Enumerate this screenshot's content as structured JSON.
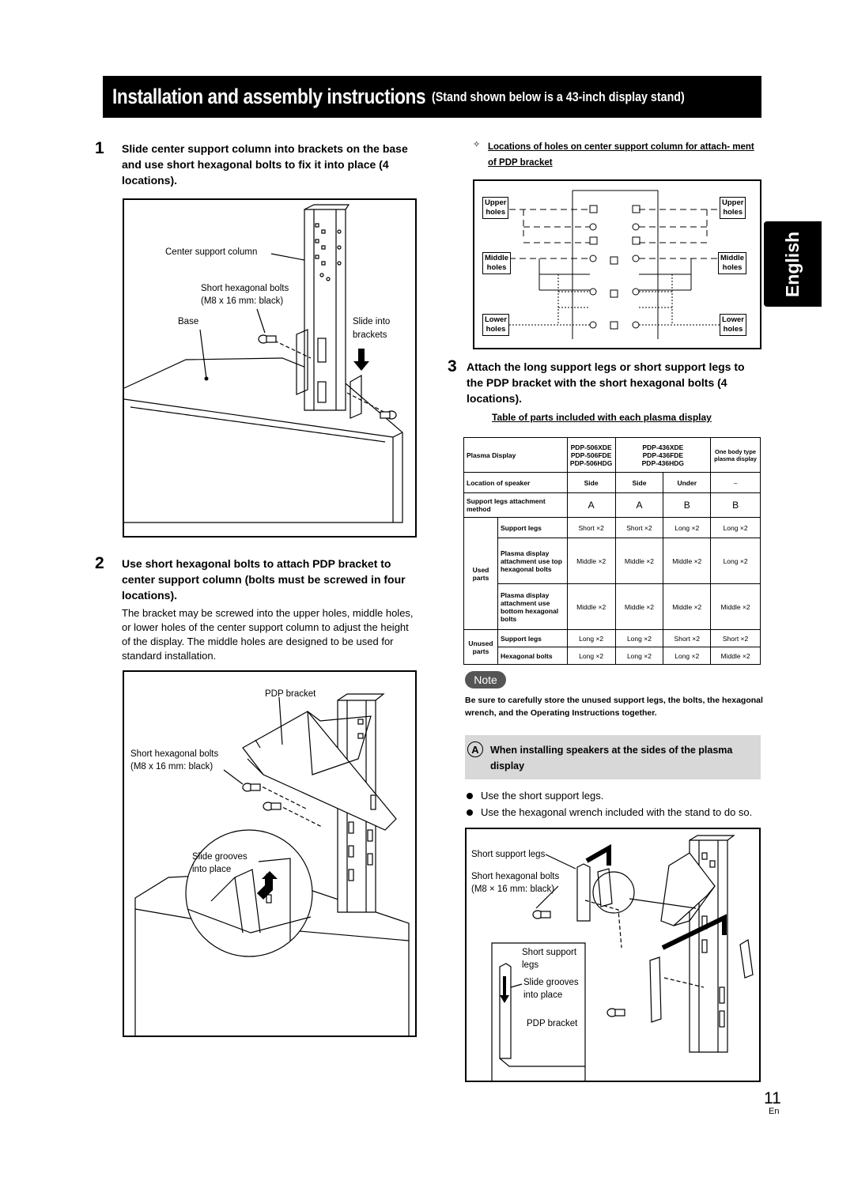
{
  "title": {
    "main": "Installation and assembly instructions",
    "sub": "(Stand shown below is a 43-inch display stand)"
  },
  "language_tab": "English",
  "step1": {
    "number": "1",
    "text": "Slide center support column into brackets on the base and use short hexagonal bolts to fix it into place (4 locations).",
    "callouts": {
      "column": "Center support column",
      "bolts_1": "Short hexagonal bolts",
      "bolts_2": "(M8 x 16 mm: black)",
      "base": "Base",
      "slide_1": "Slide into",
      "slide_2": "brackets"
    }
  },
  "step2": {
    "number": "2",
    "heading": "Use short hexagonal bolts to attach PDP bracket to center support column (bolts must be screwed in four locations).",
    "body": "The bracket may be screwed into the upper holes, middle holes, or lower holes of the center support column to adjust the height of the display. The middle holes are designed to be used for standard installation.",
    "callouts": {
      "bracket": "PDP bracket",
      "bolts_1": "Short hexagonal bolts",
      "bolts_2": "(M8 x 16 mm: black)",
      "grooves_1": "Slide grooves",
      "grooves_2": "into place"
    }
  },
  "holes_section": {
    "heading": "Locations of holes on center support column for attach- ment of PDP bracket",
    "labels": {
      "upper_left_1": "Upper",
      "upper_left_2": "holes",
      "upper_right_1": "Upper",
      "upper_right_2": "holes",
      "middle_left_1": "Middle",
      "middle_left_2": "holes",
      "middle_right_1": "Middle",
      "middle_right_2": "holes",
      "lower_left_1": "Lower",
      "lower_left_2": "holes",
      "lower_right_1": "Lower",
      "lower_right_2": "holes"
    }
  },
  "step3": {
    "number": "3",
    "text": "Attach the long support legs or short support legs to the PDP bracket with the short hexagonal bolts (4 locations)."
  },
  "parts_table": {
    "title": "Table of parts included with each plasma display",
    "header": {
      "label": "Plasma Display",
      "col1": [
        "PDP-506XDE",
        "PDP-506FDE",
        "PDP-506HDG"
      ],
      "col2": [
        "PDP-436XDE",
        "PDP-436FDE",
        "PDP-436HDG"
      ],
      "col3": "One body type plasma display"
    },
    "speaker_row": {
      "label": "Location of speaker",
      "values": [
        "Side",
        "Side",
        "Under",
        "–"
      ]
    },
    "method_row": {
      "label": "Support legs attachment method",
      "values": [
        "A",
        "A",
        "B",
        "B"
      ]
    },
    "used_label": "Used parts",
    "unused_label": "Unused parts",
    "used_rows": [
      {
        "label": "Support legs",
        "values": [
          "Short ×2",
          "Short ×2",
          "Long ×2",
          "Long ×2"
        ]
      },
      {
        "label": "Plasma display attachment use top hexagonal bolts",
        "values": [
          "Middle ×2",
          "Middle ×2",
          "Middle ×2",
          "Long ×2"
        ]
      },
      {
        "label": "Plasma display attachment use bottom hexagonal bolts",
        "values": [
          "Middle ×2",
          "Middle ×2",
          "Middle ×2",
          "Middle ×2"
        ]
      }
    ],
    "unused_rows": [
      {
        "label": "Support legs",
        "values": [
          "Long ×2",
          "Long ×2",
          "Short ×2",
          "Short ×2"
        ]
      },
      {
        "label": "Hexagonal bolts",
        "values": [
          "Long ×2",
          "Long ×2",
          "Long ×2",
          "Middle ×2"
        ]
      }
    ]
  },
  "note": {
    "badge": "Note",
    "text": "Be sure to carefully store the unused support legs, the bolts, the hexagonal wrench, and the Operating Instructions together."
  },
  "speaker_section": {
    "letter": "A",
    "title": "When installing speakers at the sides of the plasma display",
    "bullets": [
      "Use the short support legs.",
      "Use the hexagonal wrench included with the stand to do so."
    ],
    "callouts": {
      "legs": "Short support legs",
      "bolts_1": "Short hexagonal bolts",
      "bolts_2": "(M8 × 16 mm: black)",
      "inset_legs_1": "Short support",
      "inset_legs_2": "legs",
      "inset_grooves_1": "Slide grooves",
      "inset_grooves_2": "into place",
      "inset_bracket": "PDP bracket"
    }
  },
  "page": {
    "number": "11",
    "lang": "En"
  }
}
